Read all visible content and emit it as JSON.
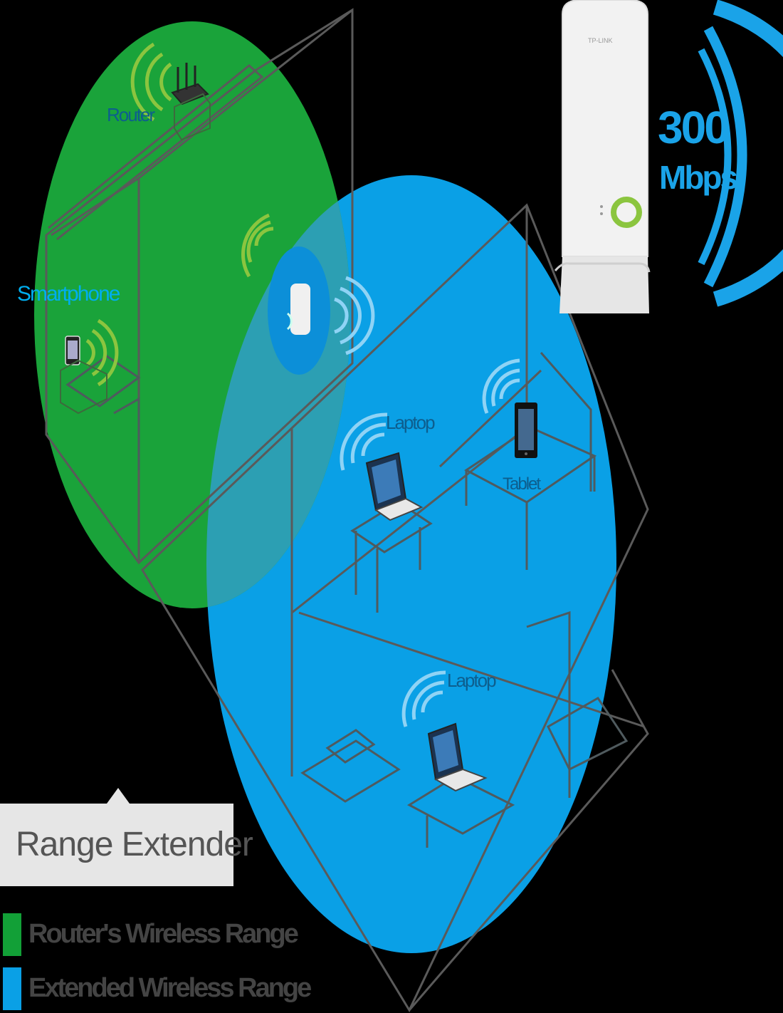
{
  "labels": {
    "router": "Router",
    "smartphone": "Smartphone",
    "laptop_upper": "Laptop",
    "tablet": "Tablet",
    "laptop_lower": "Laptop"
  },
  "product": {
    "brand": "TP-LINK",
    "speed_value": "300",
    "speed_unit": "Mbps"
  },
  "caption": "Range Extender",
  "legend": [
    {
      "label": "Router's Wireless Range",
      "color": "#12a037"
    },
    {
      "label": "Extended Wireless Range",
      "color": "#0aa0e6"
    }
  ],
  "colors": {
    "router_range": "#1aa33a",
    "extended_range": "#0aa0e6",
    "wifi_green": "#8bc53f",
    "outline": "#5a5a5a"
  }
}
